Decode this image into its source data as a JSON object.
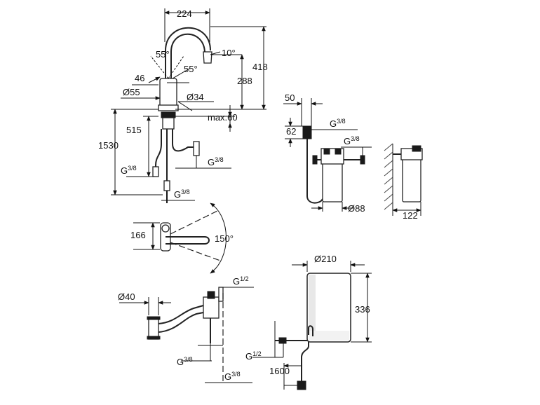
{
  "faucet": {
    "dim_width": "224",
    "dim_angle_top": "55°",
    "dim_angle_spout": "10°",
    "dim_angle_lever": "55°",
    "dim_height_total": "418",
    "dim_height_spout": "288",
    "dim_lever_offset": "46",
    "dim_body_dia": "Ø55",
    "dim_hole_dia": "Ø34",
    "dim_deck_max": "max.60",
    "dim_hose_515": "515",
    "dim_hose_1530": "1530",
    "thread_left": "G",
    "thread_left_frac": "3/8",
    "thread_right": "G",
    "thread_right_frac": "3/8",
    "thread_bottom": "G",
    "thread_bottom_frac": "3/8"
  },
  "filter": {
    "dim_top_offset": "50",
    "dim_head_height": "62",
    "thread_top": "G",
    "thread_top_frac": "3/8",
    "thread_mid": "G",
    "thread_mid_frac": "3/8",
    "dim_dia": "Ø88",
    "dim_wall_depth": "122"
  },
  "swivel": {
    "dim_offset": "166",
    "dim_angle": "150°"
  },
  "valve": {
    "dim_pipe_dia": "Ø40",
    "thread_top": "G",
    "thread_top_frac": "1/2",
    "thread_mid": "G",
    "thread_mid_frac": "3/8",
    "thread_bottom": "G",
    "thread_bottom_frac": "3/8"
  },
  "boiler": {
    "dim_dia": "Ø210",
    "dim_height": "336",
    "thread_inlet": "G",
    "thread_inlet_frac": "1/2",
    "dim_cable": "1600"
  }
}
